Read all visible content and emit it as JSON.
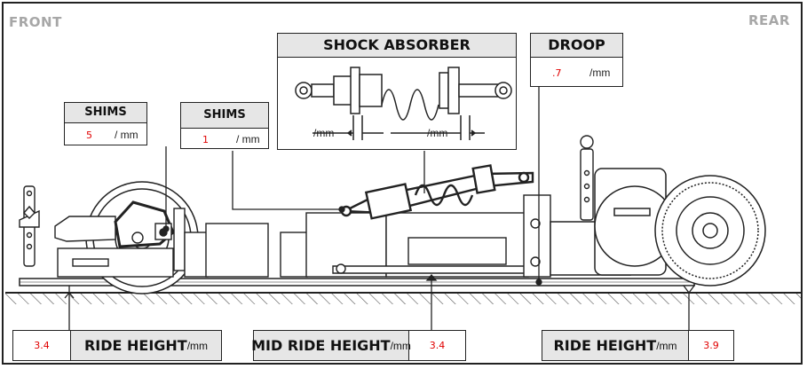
{
  "corners": {
    "front": "FRONT",
    "rear": "REAR"
  },
  "shock_absorber": {
    "title": "SHOCK ABSORBER",
    "left_unit": "/mm",
    "right_unit": "/mm"
  },
  "droop": {
    "title": "DROOP",
    "value": ".7",
    "unit": "/mm"
  },
  "shims_front": {
    "title": "SHIMS",
    "value": "5",
    "unit": "/ mm"
  },
  "shims_shock": {
    "title": "SHIMS",
    "value": "1",
    "unit": "/ mm"
  },
  "ride_height_front": {
    "value": "3.4",
    "label": "RIDE HEIGHT",
    "unit": "/mm"
  },
  "mid_ride_height": {
    "label": "MID RIDE HEIGHT",
    "unit": "/mm",
    "value": "3.4"
  },
  "ride_height_rear": {
    "label": "RIDE HEIGHT",
    "unit": "/mm",
    "value": "3.9"
  },
  "colors": {
    "value_red": "#e00000",
    "header_grey": "#e6e6e6",
    "corner_grey": "#a7a7a7",
    "line": "#222222"
  }
}
